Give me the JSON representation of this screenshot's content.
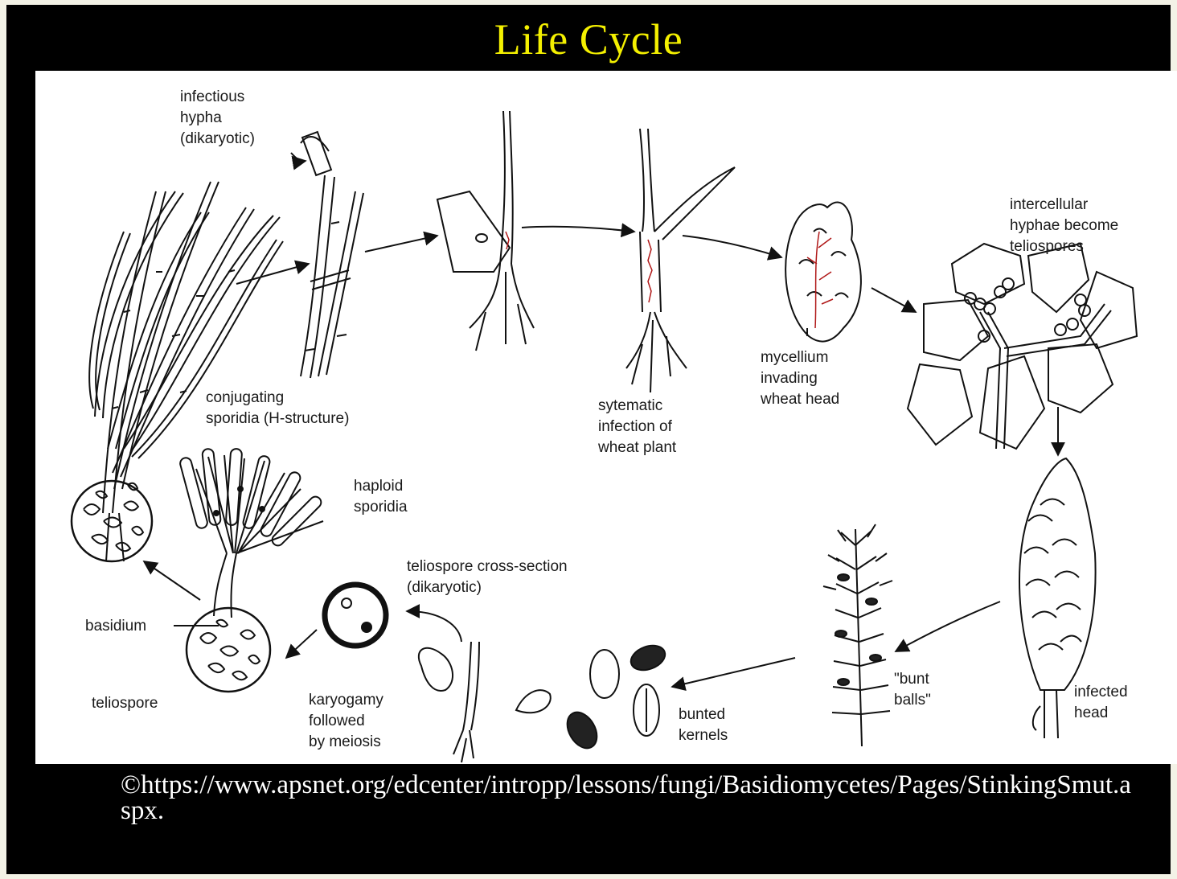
{
  "title": "Life Cycle",
  "labels": {
    "infectious_hypha": "infectious\nhypha\n(dikaryotic)",
    "conjugating": "conjugating\nsporidia (H-structure)",
    "systematic": "sytematic\ninfection of\nwheat plant",
    "mycellium": "mycellium\ninvading\nwheat head",
    "intercellular": "intercellular\nhyphae become\nteliospores",
    "infected_head": "infected\nhead",
    "bunt_balls": "\"bunt\nballs\"",
    "bunted_kernels": "bunted\nkernels",
    "teliospore_cross": "teliospore cross-section\n(dikaryotic)",
    "karyogamy": "karyogamy\nfollowed\nby meiosis",
    "haploid": "haploid\nsporidia",
    "basidium": "basidium",
    "teliospore": "teliospore"
  },
  "caption": "©https://www.apsnet.org/edcenter/intropp/lessons/fungi/Basidiomycetes/Pages/StinkingSmut.aspx.",
  "colors": {
    "slide_bg": "#000000",
    "title": "#f4f000",
    "panel": "#ffffff",
    "ink": "#1a1a1a",
    "infection": "#b01818"
  }
}
